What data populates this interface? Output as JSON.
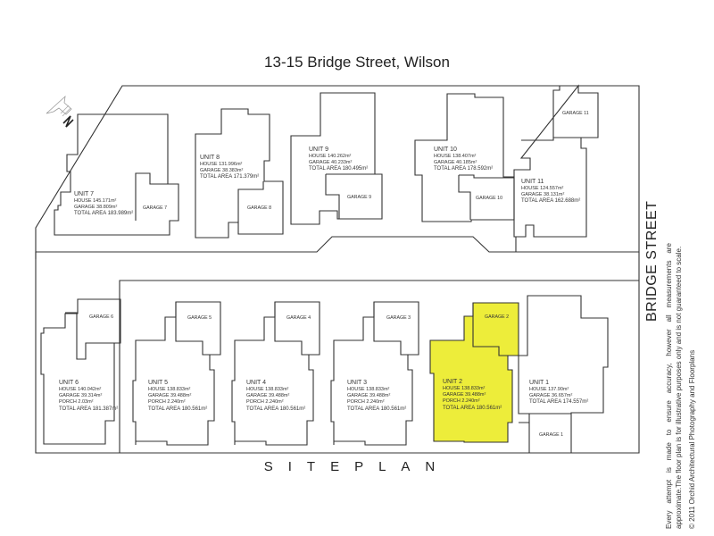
{
  "title": "13-15 Bridge Street, Wilson",
  "footer_label": "SITEPLAN",
  "street_label": "BRIDGE STREET",
  "north_arrow": {
    "icon": "north-arrow-icon",
    "letter": "N"
  },
  "highlight_color": "#EDED3A",
  "disclaimer": {
    "text": "Every attempt is made to ensure accuracy, however all measurements are approximate.The floor plan is for illustrative purposes only and is not guaranteed to scale.",
    "copyright": "© 2011 Orchid Architectural Photography and Floorplans"
  },
  "units": [
    {
      "name": "UNIT 7",
      "house": "HOUSE  145.171m²",
      "garage": "GARAGE 38.809m²",
      "porch": null,
      "total": "TOTAL AREA 183.989m²",
      "garage_label": "GARAGE 7",
      "highlighted": false
    },
    {
      "name": "UNIT 8",
      "house": "HOUSE  131.996m²",
      "garage": "GARAGE 38.383m²",
      "porch": null,
      "total": "TOTAL AREA 171.379m²",
      "garage_label": "GARAGE 8",
      "highlighted": false
    },
    {
      "name": "UNIT 9",
      "house": "HOUSE  140.262m²",
      "garage": "GARAGE 40.233m²",
      "porch": null,
      "total": "TOTAL AREA 180.495m²",
      "garage_label": "GARAGE 9",
      "highlighted": false
    },
    {
      "name": "UNIT 10",
      "house": "HOUSE  138.407m²",
      "garage": "GARAGE 40.185m²",
      "porch": null,
      "total": "TOTAL AREA 178.592m²",
      "garage_label": "GARAGE 10",
      "highlighted": false
    },
    {
      "name": "UNIT 11",
      "house": "HOUSE  124.557m²",
      "garage": "GARAGE 38.131m²",
      "porch": null,
      "total": "TOTAL AREA 162.688m²",
      "garage_label": "GARAGE 11",
      "highlighted": false
    },
    {
      "name": "UNIT 6",
      "house": "HOUSE  140.042m²",
      "garage": "GARAGE 39.314m²",
      "porch": "PORCH    2.03m²",
      "total": "TOTAL AREA 181.387m²",
      "garage_label": "GARAGE 6",
      "highlighted": false
    },
    {
      "name": "UNIT 5",
      "house": "HOUSE  138.833m²",
      "garage": "GARAGE 39.488m²",
      "porch": "PORCH   2.240m²",
      "total": "TOTAL AREA 180.561m²",
      "garage_label": "GARAGE 5",
      "highlighted": false
    },
    {
      "name": "UNIT 4",
      "house": "HOUSE  138.833m²",
      "garage": "GARAGE 39.488m²",
      "porch": "PORCH   2.240m²",
      "total": "TOTAL AREA 180.561m²",
      "garage_label": "GARAGE 4",
      "highlighted": false
    },
    {
      "name": "UNIT 3",
      "house": "HOUSE  138.833m²",
      "garage": "GARAGE 39.488m²",
      "porch": "PORCH   2.240m²",
      "total": "TOTAL AREA 180.561m²",
      "garage_label": "GARAGE 3",
      "highlighted": false
    },
    {
      "name": "UNIT 2",
      "house": "HOUSE  138.833m²",
      "garage": "GARAGE 39.488m²",
      "porch": "PORCH   2.240m²",
      "total": "TOTAL AREA 180.561m²",
      "garage_label": "GARAGE 2",
      "highlighted": true
    },
    {
      "name": "UNIT 1",
      "house": "HOUSE  137.90m²",
      "garage": "GARAGE 36.657m²",
      "porch": null,
      "total": "TOTAL AREA 174.557m²",
      "garage_label": "GARAGE 1",
      "highlighted": false
    }
  ]
}
